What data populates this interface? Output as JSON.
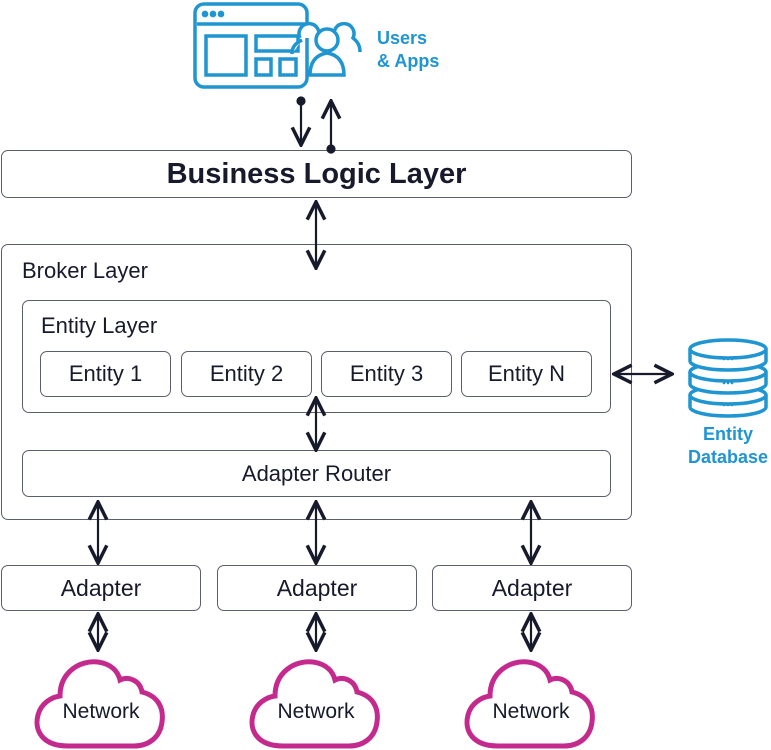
{
  "users_apps": {
    "label_line1": "Users",
    "label_line2": "& Apps",
    "icon": "browser-users-icon"
  },
  "business_logic_layer": {
    "label": "Business Logic Layer"
  },
  "broker_layer": {
    "label": "Broker Layer",
    "entity_layer": {
      "label": "Entity Layer",
      "entities": [
        {
          "label": "Entity 1"
        },
        {
          "label": "Entity 2"
        },
        {
          "label": "Entity 3"
        },
        {
          "label": "Entity N"
        }
      ]
    },
    "adapter_router": {
      "label": "Adapter Router"
    }
  },
  "entity_database": {
    "label_line1": "Entity",
    "label_line2": "Database",
    "icon": "database-icon"
  },
  "adapters": [
    {
      "label": "Adapter"
    },
    {
      "label": "Adapter"
    },
    {
      "label": "Adapter"
    }
  ],
  "networks": [
    {
      "label": "Network"
    },
    {
      "label": "Network"
    },
    {
      "label": "Network"
    }
  ],
  "colors": {
    "accent_blue": "#1f95d1",
    "network_magenta": "#c42a8e",
    "ink": "#161a2b",
    "border": "#5a5f6b"
  }
}
